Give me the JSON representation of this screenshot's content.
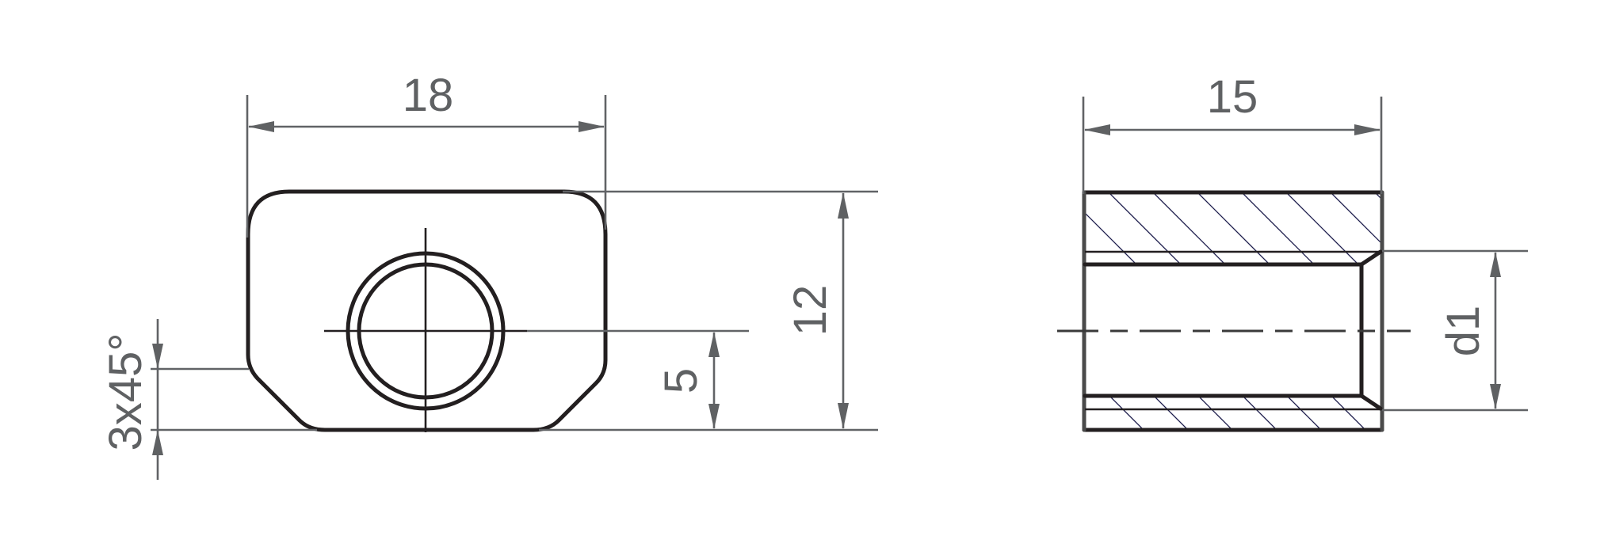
{
  "drawing": {
    "type": "technical-drawing",
    "subject": "T-slot nut, front view and side section",
    "colors": {
      "outline": "#231f20",
      "dimension": "#5f6163",
      "hatch": "#1a1a4a",
      "background": "#ffffff"
    },
    "front_view": {
      "dimensions": {
        "width": "18",
        "height": "12",
        "thread_center_height": "5",
        "chamfer": "3x45°"
      }
    },
    "side_view": {
      "dimensions": {
        "length": "15",
        "bore_diameter": "d1"
      }
    }
  }
}
